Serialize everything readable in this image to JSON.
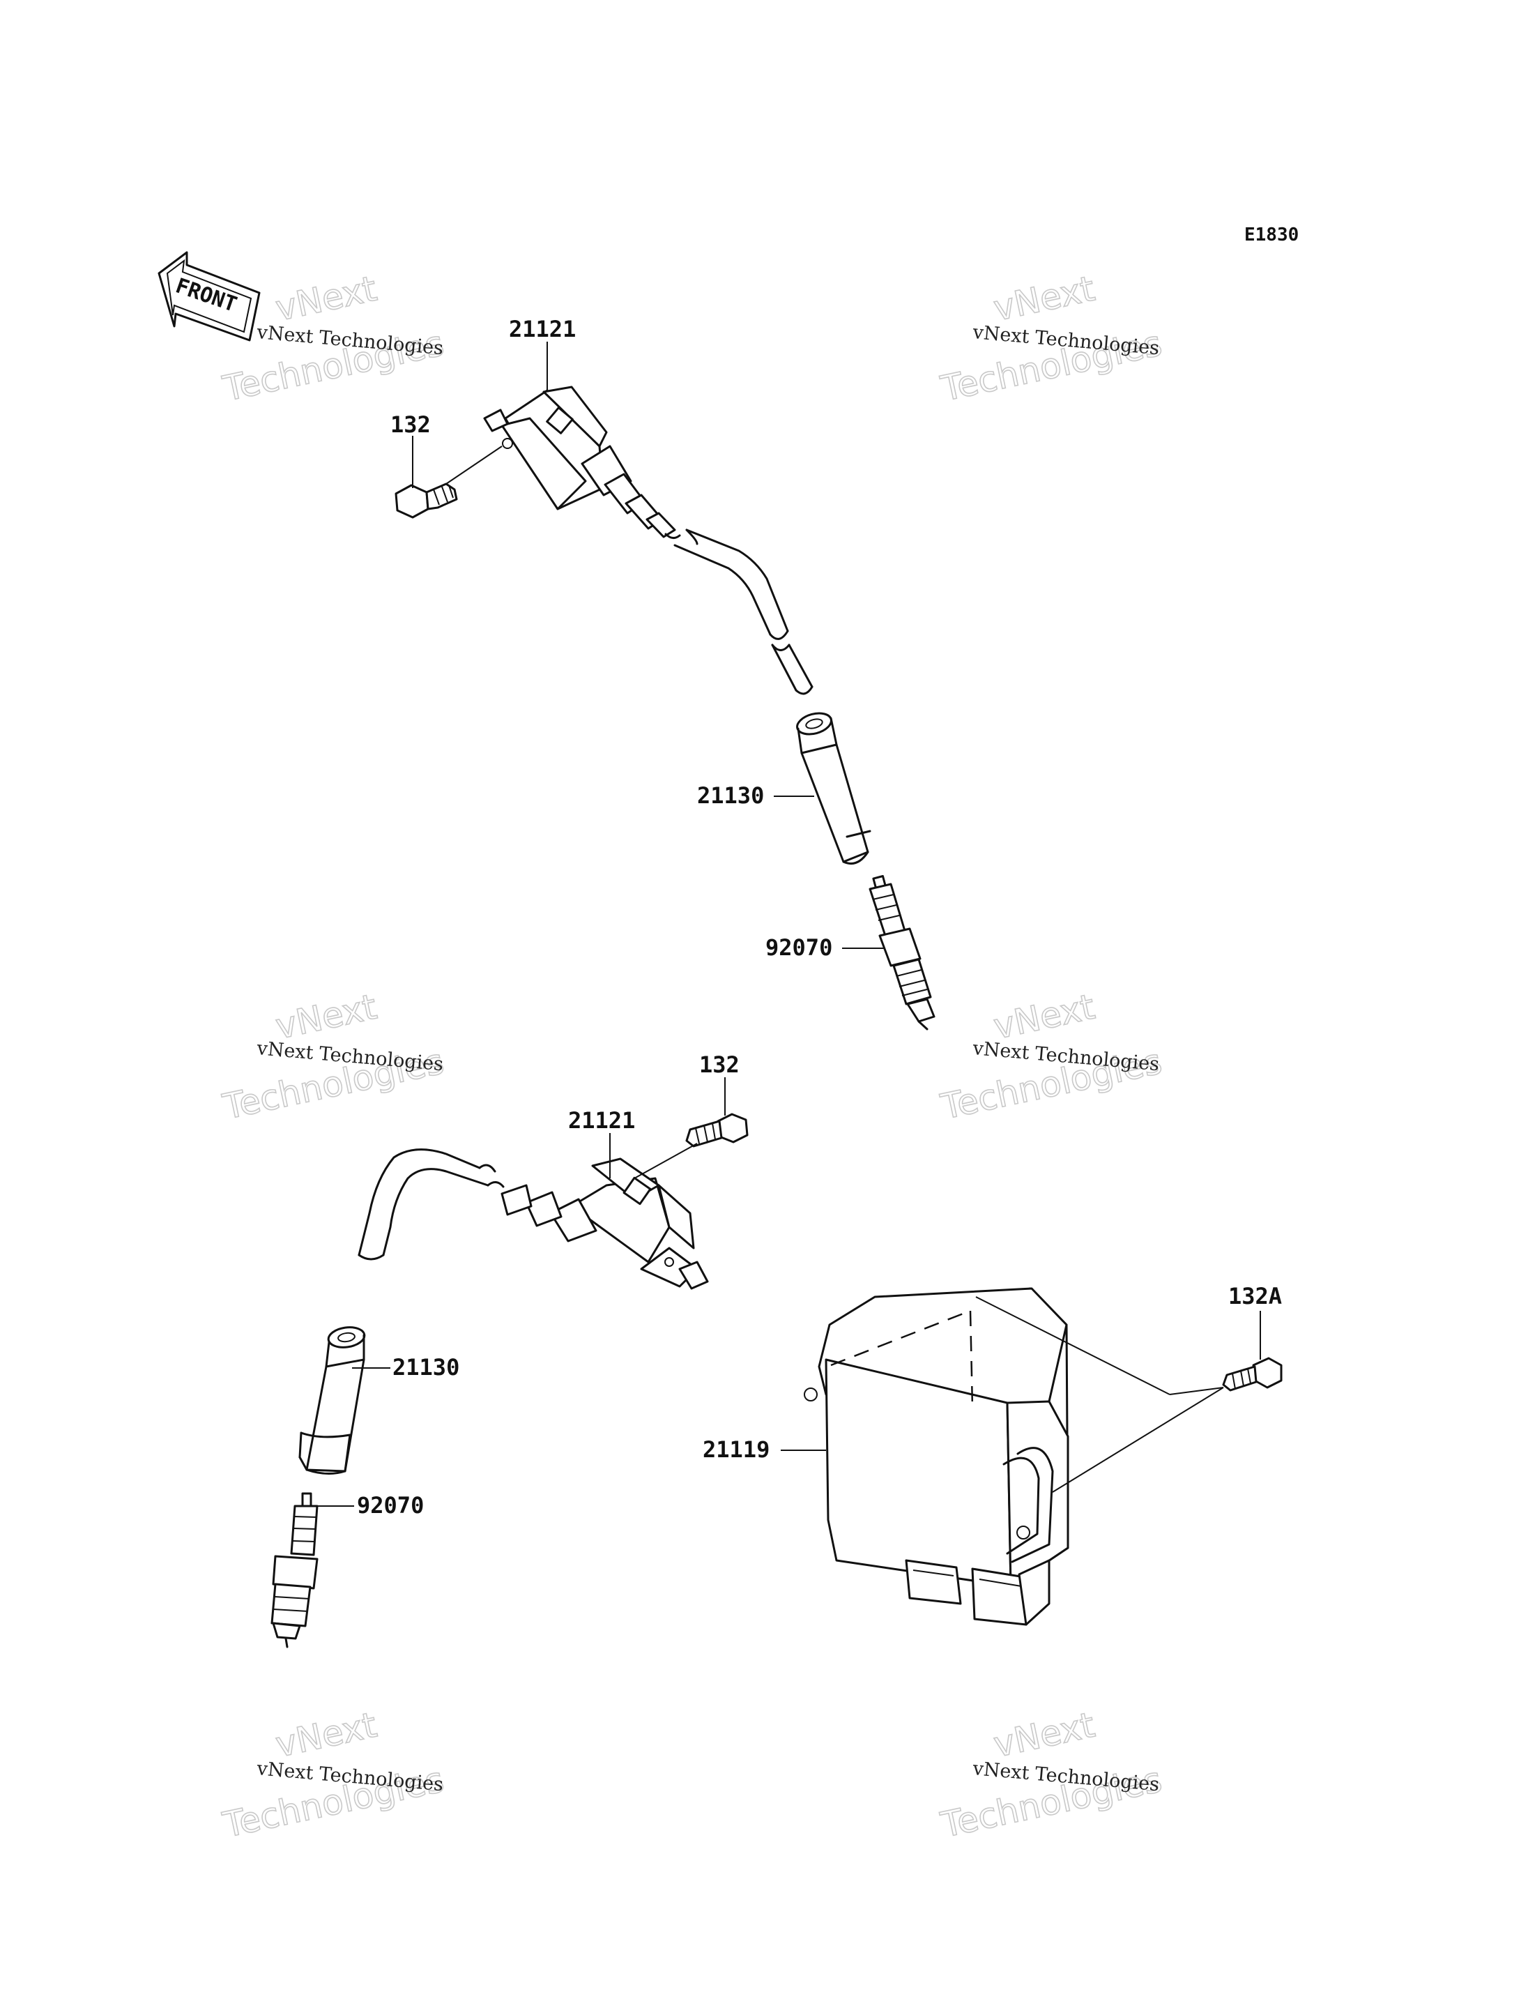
{
  "diagram_code": "E1830",
  "front_indicator": "FRONT",
  "watermark": {
    "line_small": "vNext Technologies",
    "line_big_1": "vNext",
    "line_big_2": "Technologies"
  },
  "callouts": {
    "coil_upper": "21121",
    "bolt_upper": "132",
    "cap_upper": "21130",
    "plug_upper": "92070",
    "bolt_lower": "132",
    "coil_lower": "21121",
    "cap_lower": "21130",
    "plug_lower": "92070",
    "bolt_ecu": "132A",
    "ecu": "21119"
  }
}
